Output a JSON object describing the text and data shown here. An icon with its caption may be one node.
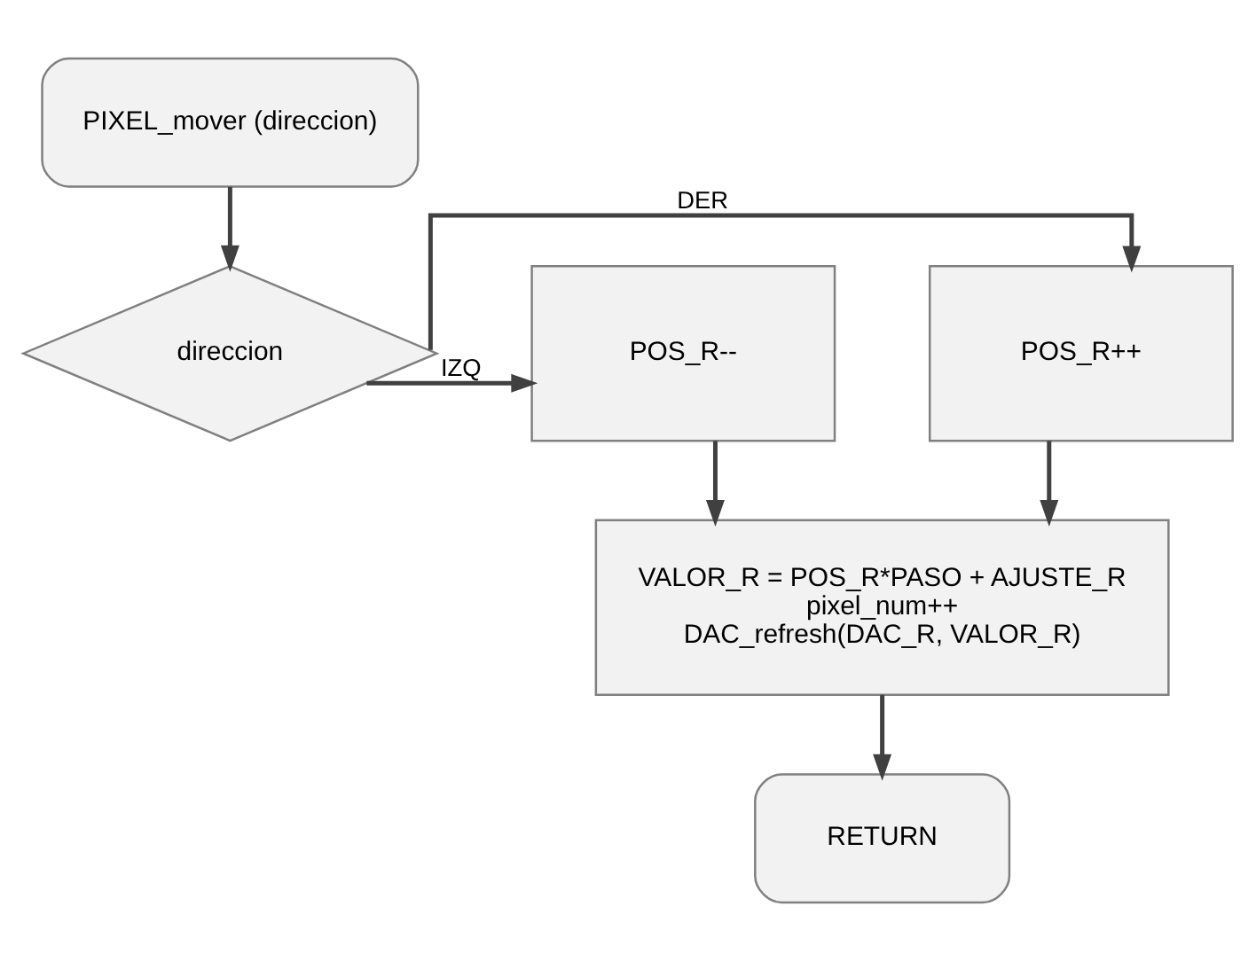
{
  "diagram": {
    "nodes": [
      {
        "text": [
          "PIXEL_mover (direccion)"
        ]
      },
      {
        "text": [
          "direccion"
        ]
      },
      {
        "text": [
          "POS_R++"
        ]
      },
      {
        "text": [
          "POS_R--"
        ]
      },
      {
        "text": [
          "VALOR_R = POS_R*PASO + AJUSTE_R",
          "pixel_num++",
          "DAC_refresh(DAC_R, VALOR_R)"
        ]
      },
      {
        "text": [
          "RETURN"
        ]
      }
    ],
    "edges": [
      {
        "from": 0,
        "to": 1,
        "arrow": "to"
      },
      {
        "from": 1,
        "to": 2,
        "arrow": "to",
        "label": "DER"
      },
      {
        "from": 1,
        "to": 3,
        "arrow": "to",
        "label": "IZQ"
      },
      {
        "from": 2,
        "to": 4,
        "arrow": "to"
      },
      {
        "from": 3,
        "to": 4,
        "arrow": "to"
      },
      {
        "from": 4,
        "to": 5,
        "arrow": "to"
      }
    ]
  }
}
